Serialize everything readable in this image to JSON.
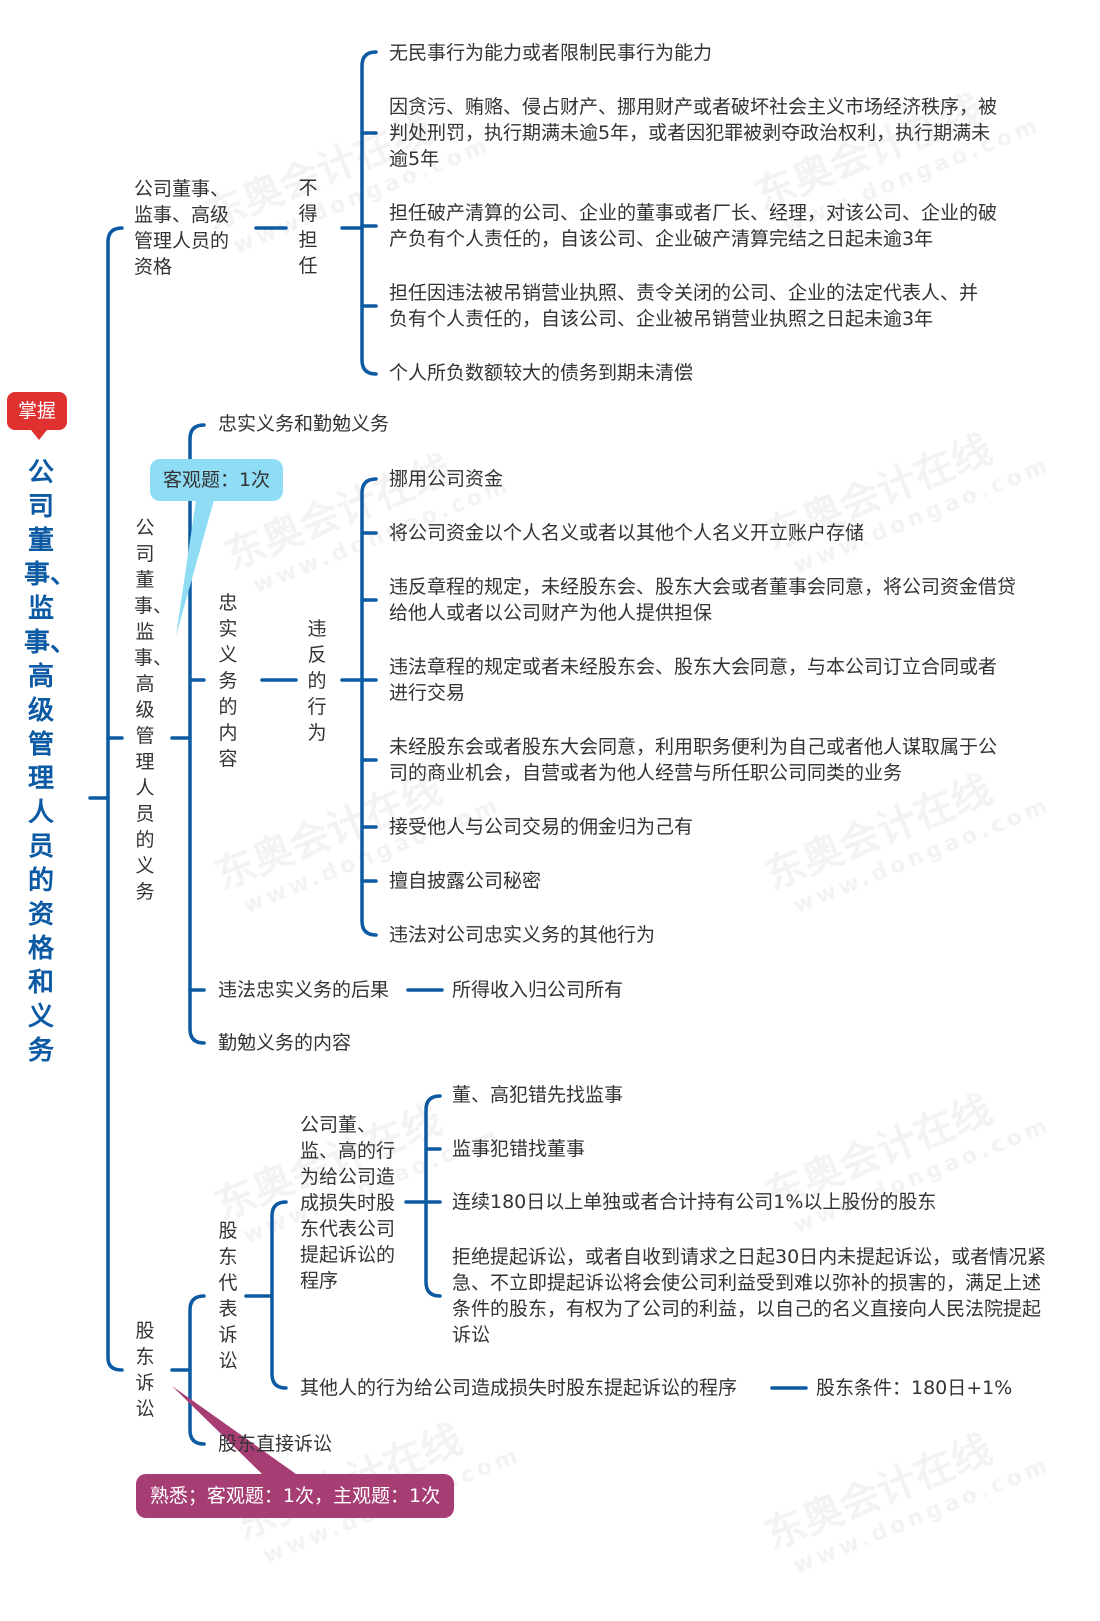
{
  "root": {
    "title": "公司董事、监事、高级管理人员的资格和义务",
    "badge": "掌握",
    "colors": {
      "line": "#0b5aa3",
      "badge": "#e03131",
      "callout_blue": "#8fdcf5",
      "callout_pink": "#a63e73"
    }
  },
  "qualification": {
    "label": "公司董事、监事、高级管理人员的资格",
    "sub_label": "不得担任",
    "items": [
      "无民事行为能力或者限制民事行为能力",
      "因贪污、贿赂、侵占财产、挪用财产或者破坏社会主义市场经济秩序，被判处刑罚，执行期满未逾5年，或者因犯罪被剥夺政治权利，执行期满未逾5年",
      "担任破产清算的公司、企业的董事或者厂长、经理，对该公司、企业的破产负有个人责任的，自该公司、企业破产清算完结之日起未逾3年",
      "担任因违法被吊销营业执照、责令关闭的公司、企业的法定代表人、并负有个人责任的，自该公司、企业被吊销营业执照之日起未逾3年",
      "个人所负数额较大的债务到期未清偿"
    ]
  },
  "duties": {
    "label": "公司董事、监事、高级管理人员的义务",
    "callout": "客观题：1次",
    "loyalty_and_diligence": "忠实义务和勤勉义务",
    "loyalty_content": {
      "label": "忠实义务的内容",
      "sub_label": "违反的行为",
      "items": [
        "挪用公司资金",
        "将公司资金以个人名义或者以其他个人名义开立账户存储",
        "违反章程的规定，未经股东会、股东大会或者董事会同意，将公司资金借贷给他人或者以公司财产为他人提供担保",
        "违法章程的规定或者未经股东会、股东大会同意，与本公司订立合同或者进行交易",
        "未经股东会或者股东大会同意，利用职务便利为自己或者他人谋取属于公司的商业机会，自营或者为他人经营与所任职公司同类的业务",
        "接受他人与公司交易的佣金归为己有",
        "擅自披露公司秘密",
        "违法对公司忠实义务的其他行为"
      ]
    },
    "consequence": {
      "label": "违法忠实义务的后果",
      "value": "所得收入归公司所有"
    },
    "diligence_content": "勤勉义务的内容"
  },
  "lawsuit": {
    "label": "股东诉讼",
    "callout": "熟悉；客观题：1次，主观题：1次",
    "derivative": {
      "label": "股东代表诉讼",
      "insider": {
        "label": "公司董、监、高的行为给公司造成损失时股东代表公司提起诉讼的程序",
        "items": [
          "董、高犯错先找监事",
          "监事犯错找董事",
          "连续180日以上单独或者合计持有公司1%以上股份的股东",
          "拒绝提起诉讼，或者自收到请求之日起30日内未提起诉讼，或者情况紧急、不立即提起诉讼将会使公司利益受到难以弥补的损害的，满足上述条件的股东，有权为了公司的利益，以自己的名义直接向人民法院提起诉讼"
        ]
      },
      "others": {
        "label": "其他人的行为给公司造成损失时股东提起诉讼的程序",
        "value": "股东条件：180日+1%"
      }
    },
    "direct": "股东直接诉讼"
  },
  "watermark": {
    "brand": "东奥会计在线",
    "url": "www.dongao.com"
  }
}
